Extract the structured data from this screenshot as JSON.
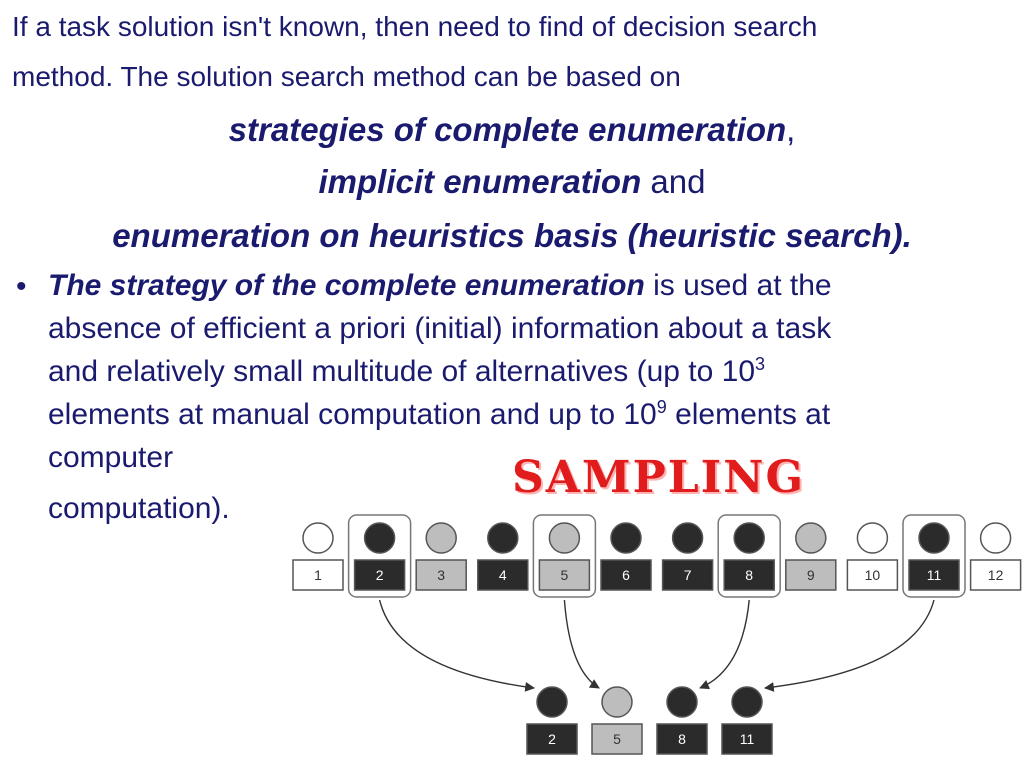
{
  "intro": {
    "line1": "If a task solution isn't known, then need to find  of decision search",
    "line2": "method. The solution search method can be based on"
  },
  "strategies": {
    "item1": "strategies of complete enumeration",
    "item1_suffix": ",",
    "item2": "implicit enumeration",
    "item2_suffix": " and",
    "item3": "enumeration on heuristics basis (heuristic search)."
  },
  "bullet": {
    "symbol": "•",
    "line1_bold": "The strategy of the complete enumeration",
    "line1_rest": " is used at the",
    "line2": "absence of efficient a priori (initial) information about a task",
    "line3_text": "and relatively small multitude of alternatives (up to 10",
    "line3_sup": "3",
    "line4_text_a": "elements at manual computation and up to 10",
    "line4_sup": "9",
    "line4_text_b": " elements at",
    "line5": "computer",
    "line6": "computation)."
  },
  "figure": {
    "title": "SAMPLING",
    "population": [
      {
        "label": "1",
        "tone": "white",
        "selected": false
      },
      {
        "label": "2",
        "tone": "black",
        "selected": true
      },
      {
        "label": "3",
        "tone": "grey",
        "selected": false
      },
      {
        "label": "4",
        "tone": "black",
        "selected": false
      },
      {
        "label": "5",
        "tone": "grey",
        "selected": true
      },
      {
        "label": "6",
        "tone": "black",
        "selected": false
      },
      {
        "label": "7",
        "tone": "black",
        "selected": false
      },
      {
        "label": "8",
        "tone": "black",
        "selected": true
      },
      {
        "label": "9",
        "tone": "grey",
        "selected": false
      },
      {
        "label": "10",
        "tone": "white",
        "selected": false
      },
      {
        "label": "11",
        "tone": "black",
        "selected": true
      },
      {
        "label": "12",
        "tone": "white",
        "selected": false
      }
    ],
    "sample": [
      {
        "label": "2",
        "tone": "black"
      },
      {
        "label": "5",
        "tone": "grey"
      },
      {
        "label": "8",
        "tone": "black"
      },
      {
        "label": "11",
        "tone": "black"
      }
    ],
    "colors": {
      "black": "#2b2b2b",
      "grey": "#bdbdbd",
      "white": "#ffffff",
      "outline": "#555555",
      "title": "#e01c1c",
      "text": "#1a1a6e"
    }
  }
}
